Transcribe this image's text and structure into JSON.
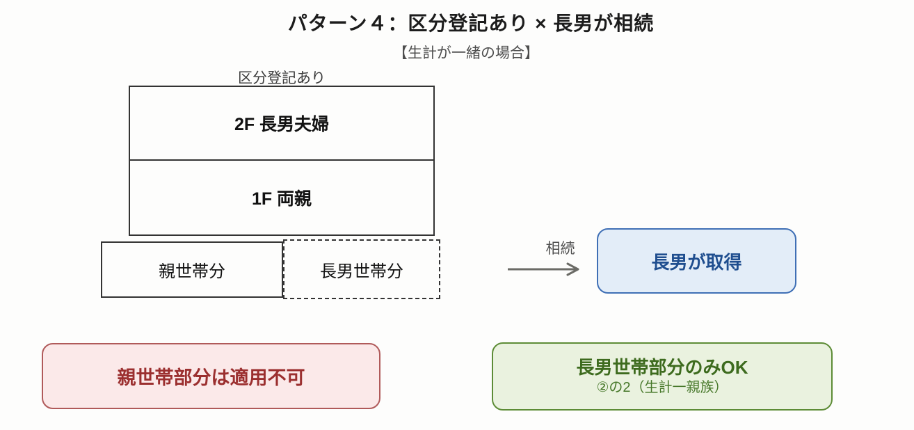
{
  "header": {
    "title": "パターン４：区分登記あり × 長男が相続",
    "subtitle": "【生計が一緒の場合】"
  },
  "building": {
    "label": "区分登記あり",
    "floors": [
      {
        "label": "2F 長男夫婦"
      },
      {
        "label": "1F 両親"
      }
    ]
  },
  "ownership": {
    "parent_share_label": "親世帯分",
    "son_share_label": "長男世帯分"
  },
  "inheritance": {
    "arrow_label": "相続",
    "result_label": "長男が取得"
  },
  "notes": {
    "parent_note": "親世帯部分は適用不可",
    "son_note_line1": "長男世帯部分のみOK",
    "son_note_line2": "②の2（生計一親族）"
  },
  "colors": {
    "result_bg": "#e3edf8",
    "result_border": "#3f6fb5",
    "result_text": "#1f4e8f",
    "parent_note_bg": "#fbe9e9",
    "parent_note_border": "#b05a5a",
    "parent_note_text": "#9b2f2f",
    "son_note_bg": "#eaf2df",
    "son_note_border": "#5d8c36",
    "son_note_text": "#3d6b1e",
    "arrow": "#6b6b66",
    "line": "#333333",
    "background": "#fdfdfc"
  }
}
